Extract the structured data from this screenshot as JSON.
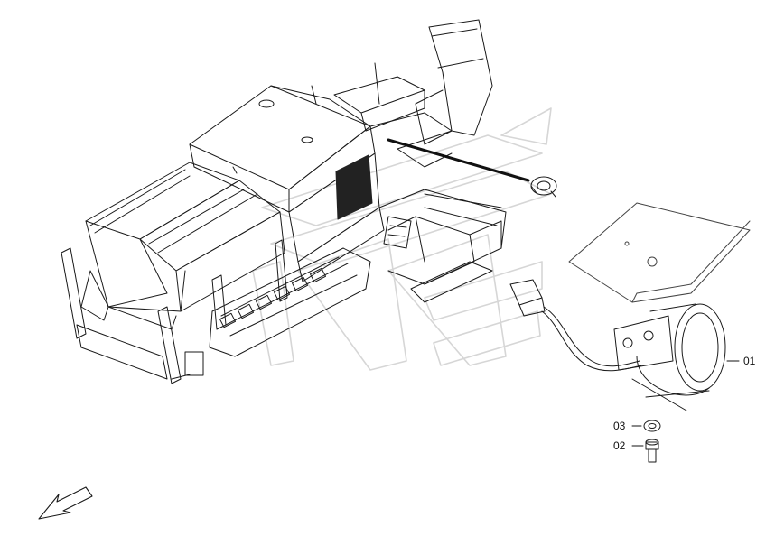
{
  "callouts": {
    "part_01": "01",
    "part_02": "02",
    "part_03": "03"
  },
  "icons": {
    "orientation": "direction-arrow-icon",
    "watermark": "logo-watermark"
  },
  "colors": {
    "line": "#1a1a1a",
    "watermark": "#dcdcdc",
    "grille": "#222222",
    "background": "#ffffff"
  }
}
